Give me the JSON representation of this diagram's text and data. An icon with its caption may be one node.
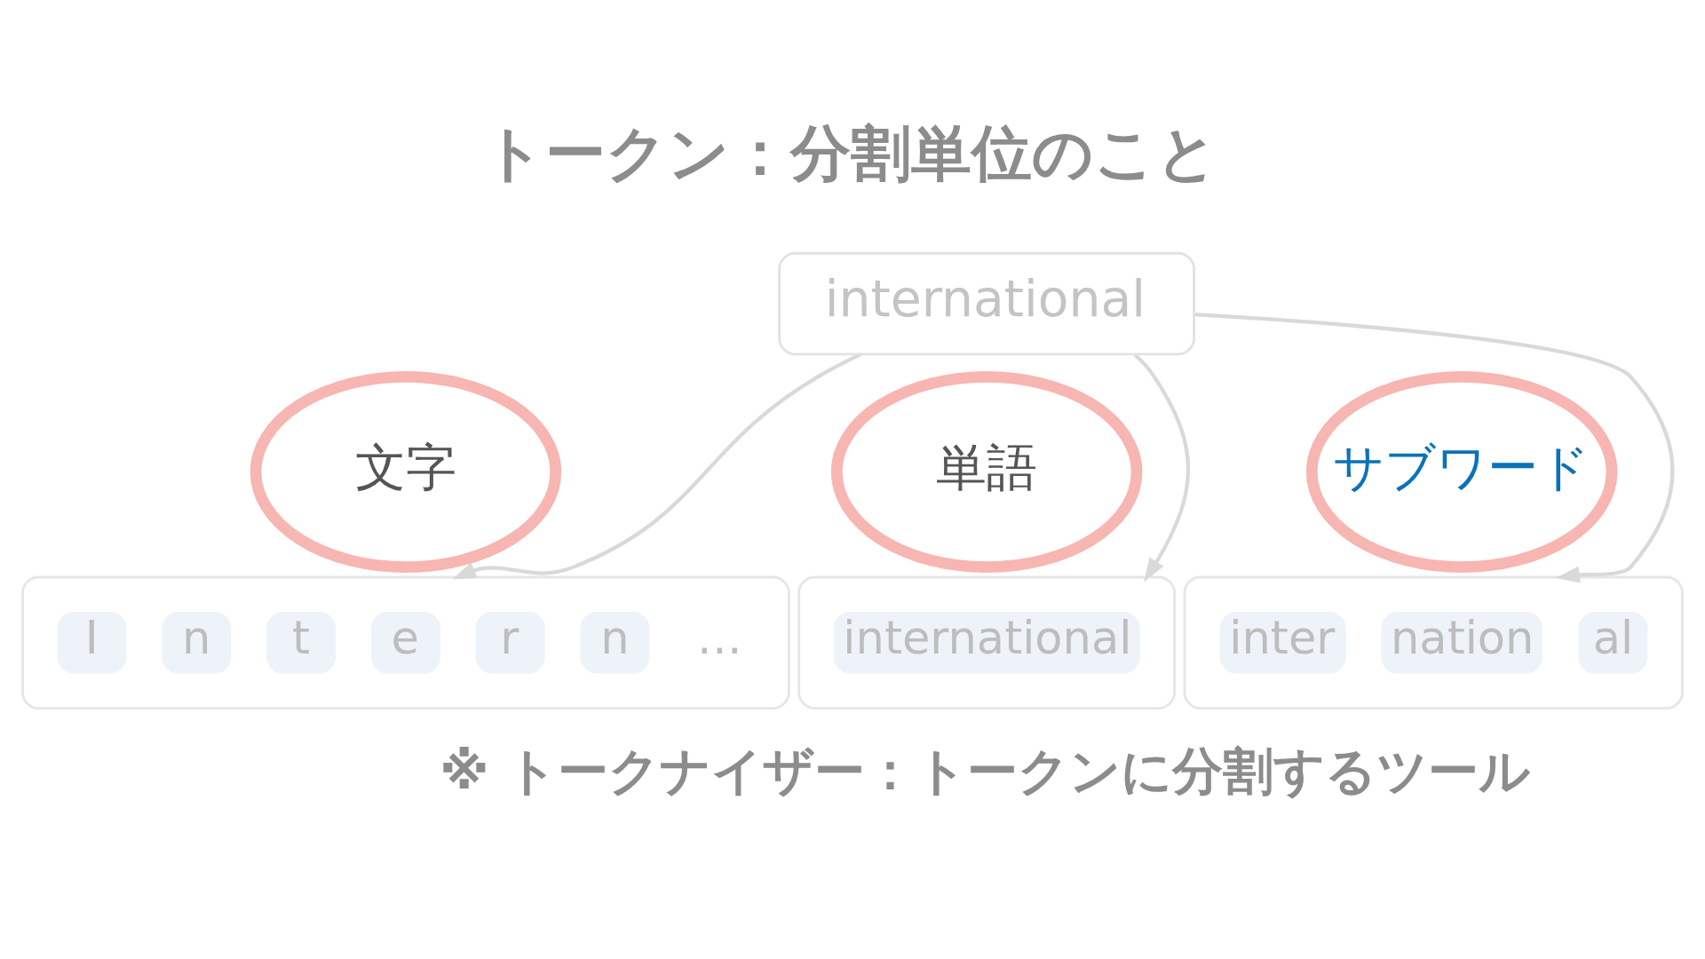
{
  "diagram": {
    "title": "トークン：分割単位のこと",
    "caption": "※ トークナイザー：トークンに分割するツール",
    "nodes": [
      {
        "text": [
          "international"
        ]
      },
      {
        "text": [
          "文字"
        ]
      },
      {
        "text": [
          "単語"
        ]
      },
      {
        "text": [
          "サブワード"
        ]
      },
      {
        "text": [],
        "shape": "box"
      },
      {
        "text": [
          "I"
        ],
        "in": 4
      },
      {
        "text": [
          "n"
        ],
        "in": 4
      },
      {
        "text": [
          "t"
        ],
        "in": 4
      },
      {
        "text": [
          "e"
        ],
        "in": 4
      },
      {
        "text": [
          "r"
        ],
        "in": 4
      },
      {
        "text": [
          "n"
        ],
        "in": 4
      },
      {
        "text": [],
        "shape": "box"
      },
      {
        "text": [
          "international"
        ],
        "in": 11
      },
      {
        "text": [],
        "shape": "box"
      },
      {
        "text": [
          "inter"
        ],
        "in": 13
      },
      {
        "text": [
          "nation"
        ],
        "in": 13
      },
      {
        "text": [
          "al"
        ],
        "in": 13
      }
    ],
    "edges": [
      {
        "from": 0,
        "to": 4,
        "arrow": "to"
      },
      {
        "from": 0,
        "to": 11,
        "arrow": "to"
      },
      {
        "from": 0,
        "to": 13,
        "arrow": "to"
      }
    ],
    "labels": [
      "…"
    ]
  }
}
